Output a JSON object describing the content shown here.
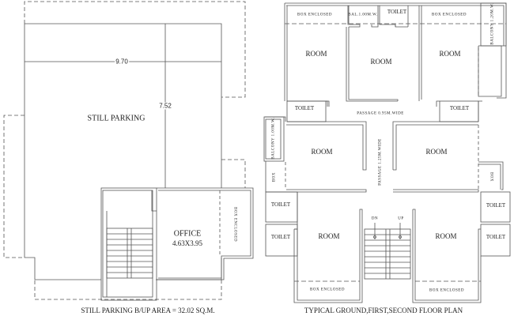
{
  "left_plan": {
    "title": "STILL PARKING B/UP AREA = 32.02 SQ.M.",
    "parking_label": "STILL PARKING",
    "dim_width": "9.70",
    "dim_height": "7.52",
    "office_label": "OFFICE",
    "office_size": "4.63X3.95",
    "box_enclosed": "BOX ENCLOSED"
  },
  "right_plan": {
    "title": "TYPICAL GROUND,FIRST,SECOND FLOOR PLAN",
    "top": {
      "box_enclosed_left": "BOX ENCLOSED",
      "balcony_small": "BAL.1.00M.W.",
      "toilet": "TOILET",
      "box_enclosed_right": "BOX ENCLOSED",
      "balcony_right": "BALCONY 1.20M.W."
    },
    "rooms": {
      "top_left": "ROOM",
      "top_center": "ROOM",
      "top_right": "ROOM",
      "mid_left": "ROOM",
      "mid_right": "ROOM",
      "bottom_left": "ROOM",
      "bottom_right": "ROOM"
    },
    "toilets": {
      "upper_left": "TOILET",
      "upper_right": "TOILET",
      "left_1": "TOILET",
      "left_2": "TOILET",
      "right_1": "TOILET",
      "right_2": "TOILET"
    },
    "passage_horizontal": "PASSAGE 0.95M.WIDE",
    "passage_vertical": "PASSAGE 1.25M.WIDE",
    "balcony_left": "BALCONY 1.00M.W.",
    "box_left": "BOX",
    "box_right": "BOX",
    "stair_dn": "DN",
    "stair_up": "UP",
    "box_enclosed_bottom_left": "BOX ENCLOSED",
    "box_enclosed_bottom_right": "BOX ENCLOSED"
  }
}
